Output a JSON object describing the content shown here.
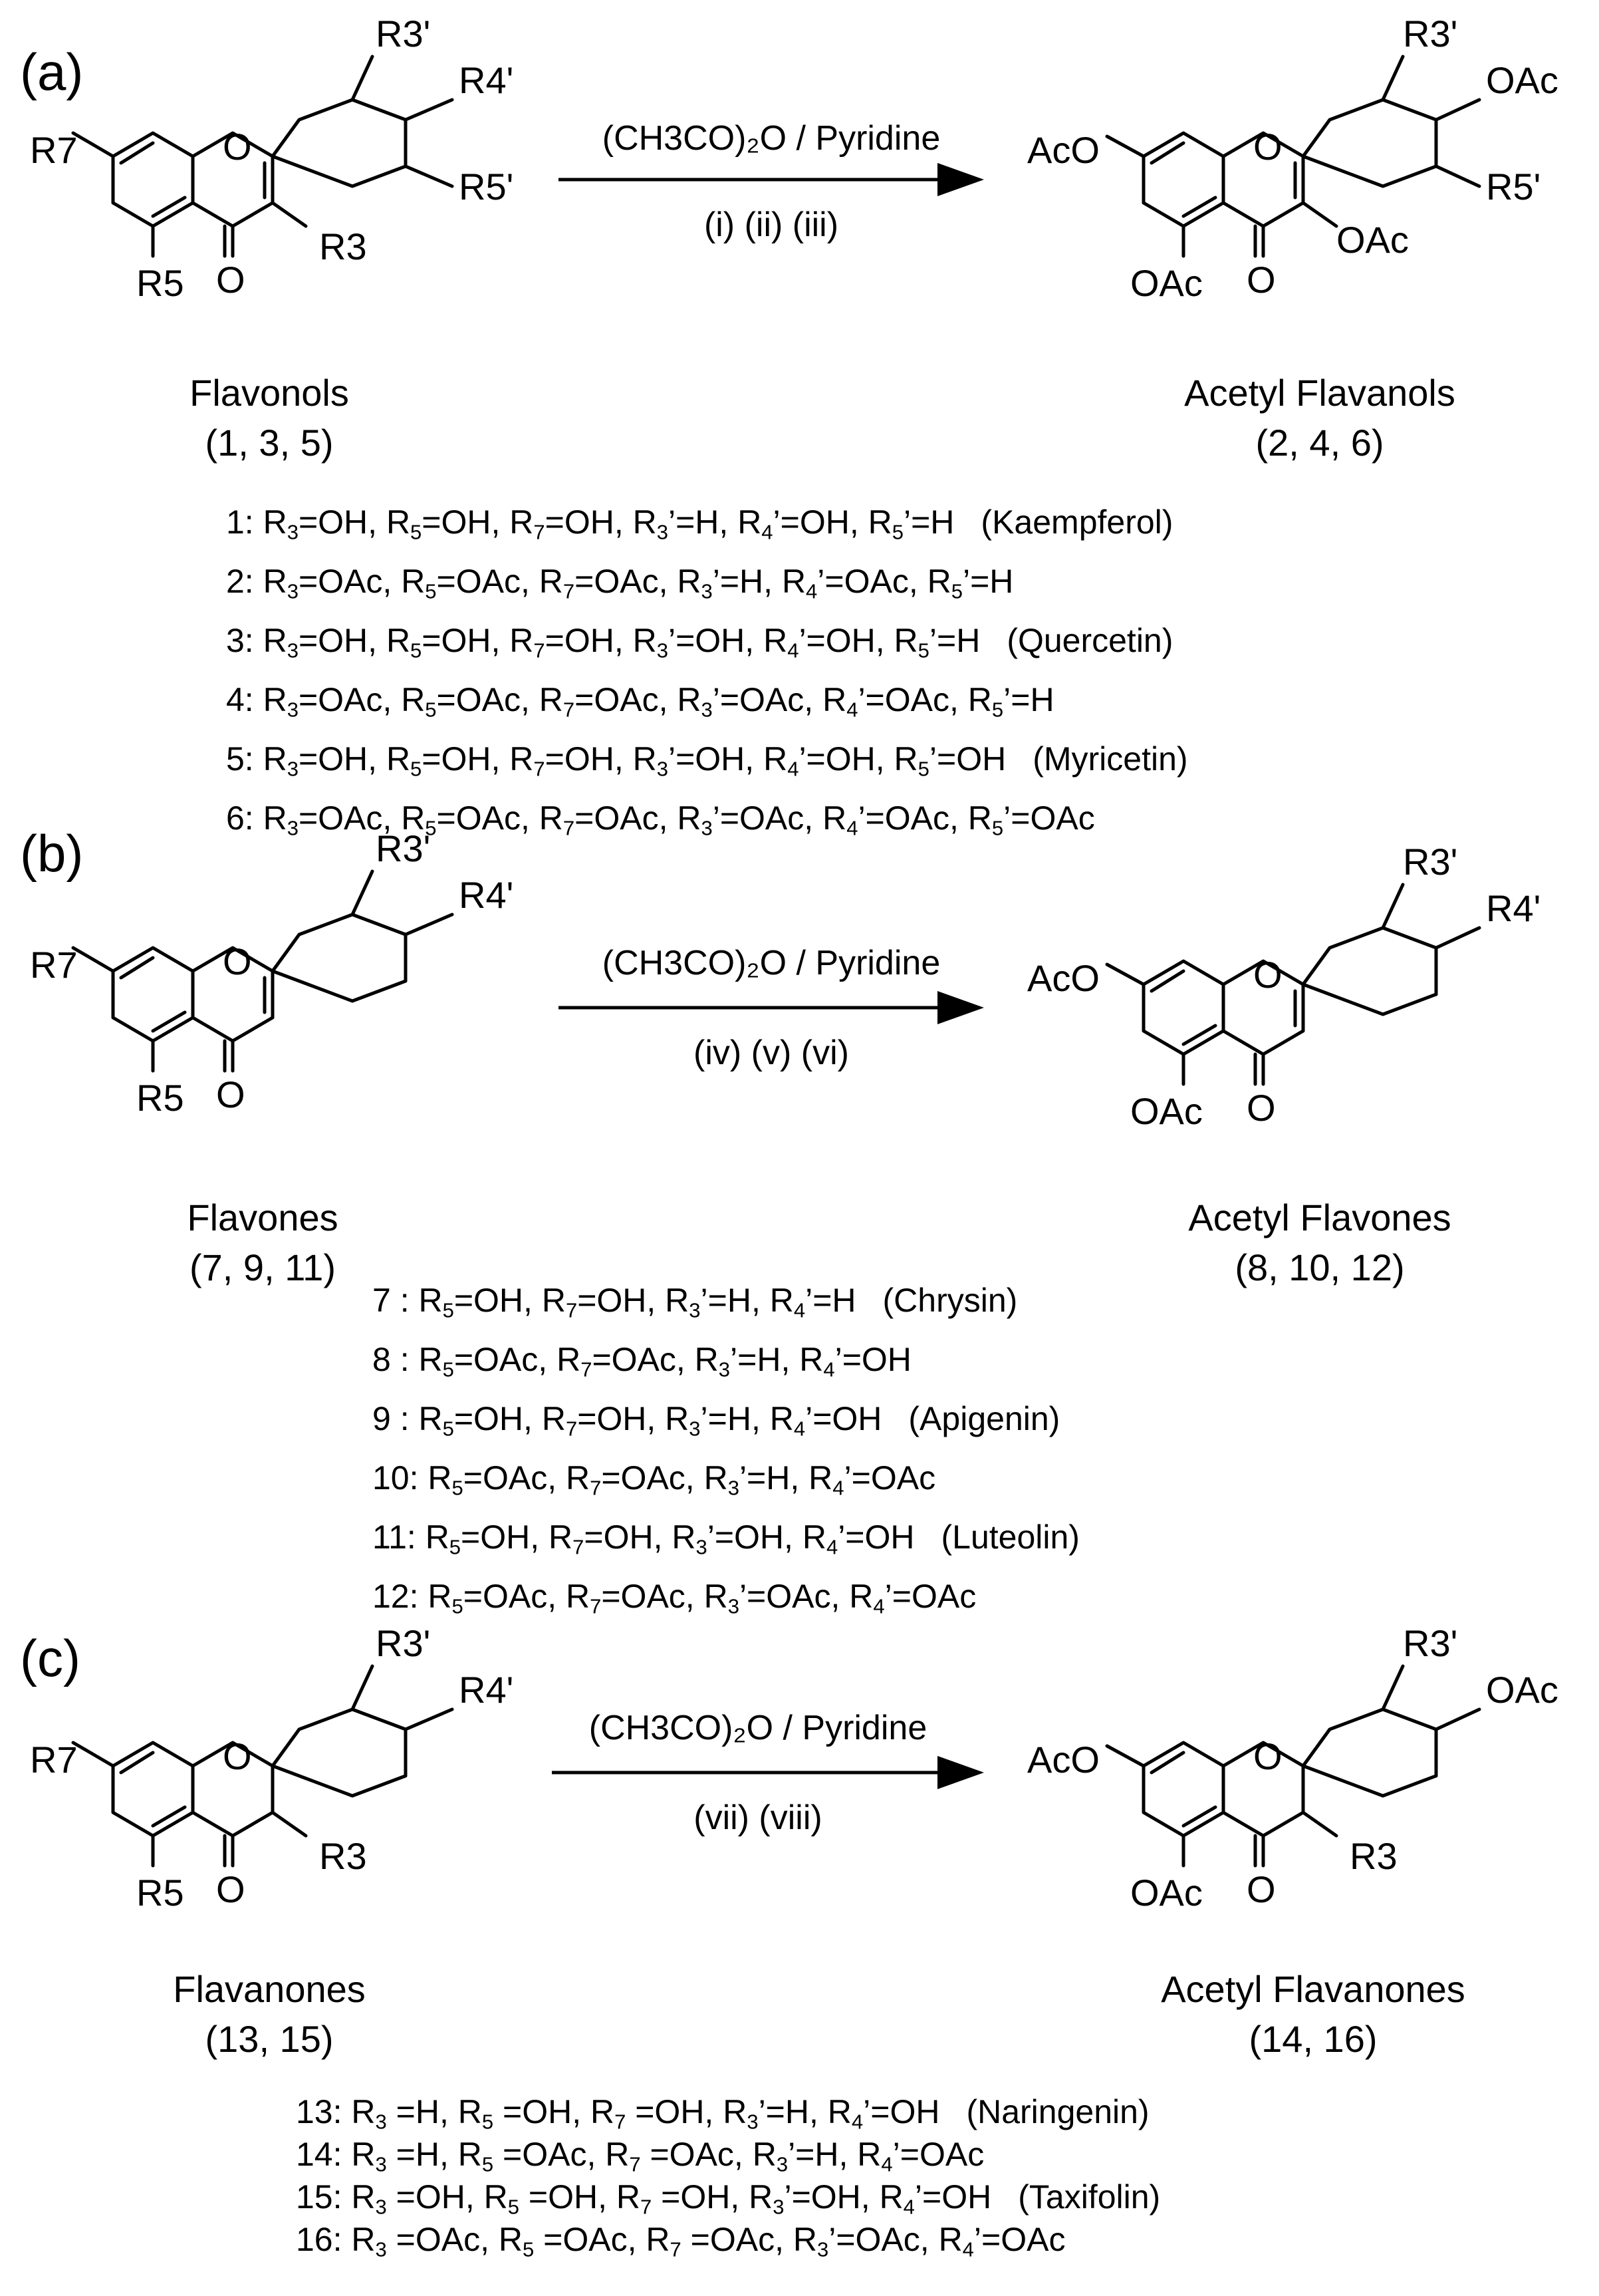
{
  "panels": [
    {
      "label": "(a)",
      "reagent": "(CH3CO)₂O / Pyridine",
      "steps": "(i) (ii) (iii)",
      "reactant": {
        "name": "Flavonols",
        "numbers": "(1, 3, 5)"
      },
      "product": {
        "name": "Acetyl Flavanols",
        "numbers": "(2, 4, 6)"
      },
      "compounds": [
        {
          "num": "1:",
          "parts": [
            "R",
            "3",
            "=OH, ",
            "R",
            "5",
            "=OH, ",
            "R",
            "7",
            "=OH, ",
            "R",
            "3",
            "’=H, ",
            "R",
            "4",
            "’=OH, ",
            "R",
            "5",
            "’=H"
          ],
          "name": "(Kaempferol)"
        },
        {
          "num": "2:",
          "parts": [
            "R",
            "3",
            "=OAc, ",
            "R",
            "5",
            "=OAc, ",
            "R",
            "7",
            "=OAc, ",
            "R",
            "3",
            "’=H, ",
            "R",
            "4",
            "’=OAc, ",
            "R",
            "5",
            "’=H"
          ],
          "name": ""
        },
        {
          "num": "3:",
          "parts": [
            "R",
            "3",
            "=OH, ",
            "R",
            "5",
            "=OH, ",
            "R",
            "7",
            "=OH, ",
            "R",
            "3",
            "’=OH, ",
            "R",
            "4",
            "’=OH, ",
            "R",
            "5",
            "’=H"
          ],
          "name": "(Quercetin)"
        },
        {
          "num": "4:",
          "parts": [
            "R",
            "3",
            "=OAc, ",
            "R",
            "5",
            "=OAc, ",
            "R",
            "7",
            "=OAc, ",
            "R",
            "3",
            "’=OAc, ",
            "R",
            "4",
            "’=OAc, ",
            "R",
            "5",
            "’=H"
          ],
          "name": ""
        },
        {
          "num": "5:",
          "parts": [
            "R",
            "3",
            "=OH, ",
            "R",
            "5",
            "=OH, ",
            "R",
            "7",
            "=OH, ",
            "R",
            "3",
            "’=OH, ",
            "R",
            "4",
            "’=OH, ",
            "R",
            "5",
            "’=OH"
          ],
          "name": "(Myricetin)"
        },
        {
          "num": "6:",
          "parts": [
            "R",
            "3",
            "=OAc, ",
            "R",
            "5",
            "=OAc, ",
            "R",
            "7",
            "=OAc, ",
            "R",
            "3",
            "’=OAc, ",
            "R",
            "4",
            "’=OAc, ",
            "R",
            "5",
            "’=OAc"
          ],
          "name": ""
        }
      ]
    },
    {
      "label": "(b)",
      "reagent": "(CH3CO)₂O / Pyridine",
      "steps": "(iv) (v) (vi)",
      "reactant": {
        "name": "Flavones",
        "numbers": "(7, 9, 11)"
      },
      "product": {
        "name": "Acetyl Flavones",
        "numbers": "(8, 10, 12)"
      },
      "compounds": [
        {
          "num": "7 :",
          "parts": [
            "R",
            "5",
            "=OH, ",
            "R",
            "7",
            "=OH, ",
            "R",
            "3",
            "’=H, ",
            "R",
            "4",
            "’=H"
          ],
          "name": "(Chrysin)"
        },
        {
          "num": "8 :",
          "parts": [
            "R",
            "5",
            "=OAc, ",
            "R",
            "7",
            "=OAc, ",
            "R",
            "3",
            "’=H, ",
            "R",
            "4",
            "’=OH"
          ],
          "name": ""
        },
        {
          "num": "9 :",
          "parts": [
            "R",
            "5",
            "=OH, ",
            "R",
            "7",
            "=OH, ",
            "R",
            "3",
            "’=H, ",
            "R",
            "4",
            "’=OH"
          ],
          "name": "(Apigenin)"
        },
        {
          "num": "10:",
          "parts": [
            "R",
            "5",
            "=OAc, ",
            "R",
            "7",
            "=OAc, ",
            "R",
            "3",
            "’=H, ",
            "R",
            "4",
            "’=OAc"
          ],
          "name": ""
        },
        {
          "num": "11:",
          "parts": [
            "R",
            "5",
            "=OH, ",
            "R",
            "7",
            "=OH, ",
            "R",
            "3",
            "’=OH, ",
            "R",
            "4",
            "’=OH"
          ],
          "name": "(Luteolin)"
        },
        {
          "num": "12:",
          "parts": [
            "R",
            "5",
            "=OAc, ",
            "R",
            "7",
            "=OAc, ",
            "R",
            "3",
            "’=OAc, ",
            "R",
            "4",
            "’=OAc"
          ],
          "name": ""
        }
      ]
    },
    {
      "label": "(c)",
      "reagent": "(CH3CO)₂O / Pyridine",
      "steps": "(vii) (viii)",
      "reactant": {
        "name": "Flavanones",
        "numbers": "(13, 15)"
      },
      "product": {
        "name": "Acetyl Flavanones",
        "numbers": "(14, 16)"
      },
      "compounds": [
        {
          "num": "13:",
          "parts": [
            "R",
            "3",
            " =H, ",
            "R",
            "5",
            " =OH, ",
            "R",
            "7",
            " =OH, ",
            "R",
            "3",
            "’=H, ",
            "R",
            "4",
            "’=OH"
          ],
          "name": "(Naringenin)"
        },
        {
          "num": "14:",
          "parts": [
            "R",
            "3",
            " =H, ",
            "R",
            "5",
            " =OAc, ",
            "R",
            "7",
            " =OAc, ",
            "R",
            "3",
            "’=H, ",
            "R",
            "4",
            "’=OAc"
          ],
          "name": ""
        },
        {
          "num": "15:",
          "parts": [
            "R",
            "3",
            " =OH, ",
            "R",
            "5",
            " =OH, ",
            "R",
            "7",
            " =OH, ",
            "R",
            "3",
            "’=OH, ",
            "R",
            "4",
            "’=OH"
          ],
          "name": "(Taxifolin)"
        },
        {
          "num": "16:",
          "parts": [
            "R",
            "3",
            " =OAc, ",
            "R",
            "5",
            " =OAc, ",
            "R",
            "7",
            " =OAc, ",
            "R",
            "3",
            "’=OAc, ",
            "R",
            "4",
            "’=OAc"
          ],
          "name": ""
        }
      ]
    }
  ],
  "structure_labels": {
    "a_reactant": {
      "r7": "R7",
      "r5": "R5",
      "r3": "R3",
      "r3p": "R3'",
      "r4p": "R4'",
      "r5p": "R5'",
      "o_ring": "O",
      "o_keto": "O"
    },
    "a_product": {
      "ac7": "AcO",
      "ac5": "OAc",
      "ac3": "OAc",
      "r3p": "R3'",
      "ac4p": "OAc",
      "r5p": "R5'",
      "o_ring": "O",
      "o_keto": "O"
    },
    "b_reactant": {
      "r7": "R7",
      "r5": "R5",
      "r3p": "R3'",
      "r4p": "R4'",
      "o_ring": "O",
      "o_keto": "O"
    },
    "b_product": {
      "ac7": "AcO",
      "ac5": "OAc",
      "r3p": "R3'",
      "r4p": "R4'",
      "o_ring": "O",
      "o_keto": "O"
    },
    "c_reactant": {
      "r7": "R7",
      "r5": "R5",
      "r3": "R3",
      "r3p": "R3'",
      "r4p": "R4'",
      "o_ring": "O",
      "o_keto": "O"
    },
    "c_product": {
      "ac7": "AcO",
      "ac5": "OAc",
      "r3": "R3",
      "r3p": "R3'",
      "ac4p": "OAc",
      "o_ring": "O",
      "o_keto": "O"
    }
  }
}
